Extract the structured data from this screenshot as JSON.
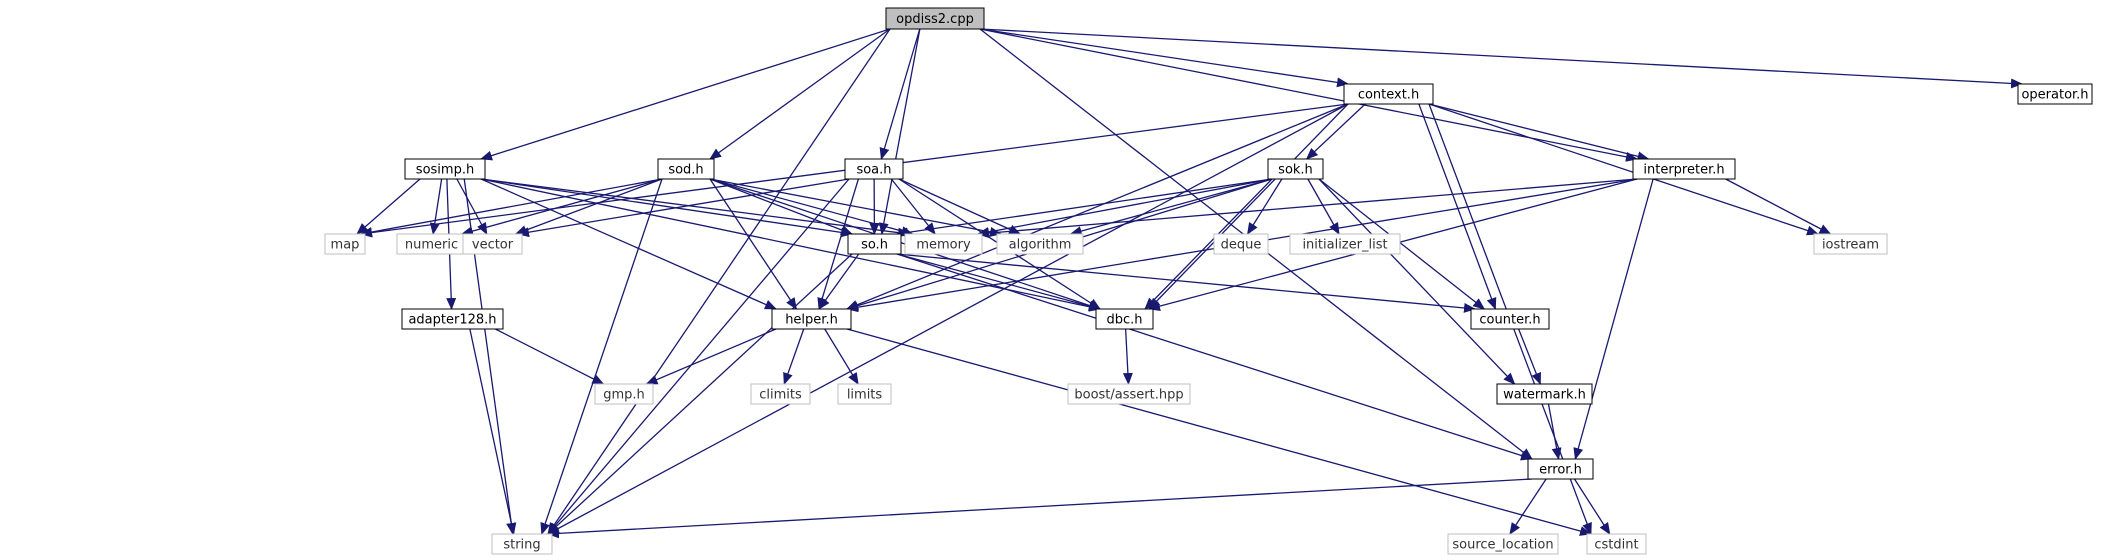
{
  "nodes": [
    {
      "id": "n0",
      "label": "opdiss2.cpp",
      "kind": "root"
    },
    {
      "id": "n1",
      "label": "context.h",
      "kind": "local"
    },
    {
      "id": "n2",
      "label": "operator.h",
      "kind": "local"
    },
    {
      "id": "n3",
      "label": "sosimp.h",
      "kind": "local"
    },
    {
      "id": "n4",
      "label": "sod.h",
      "kind": "local"
    },
    {
      "id": "n5",
      "label": "soa.h",
      "kind": "local"
    },
    {
      "id": "n6",
      "label": "sok.h",
      "kind": "local"
    },
    {
      "id": "n7",
      "label": "interpreter.h",
      "kind": "local"
    },
    {
      "id": "n8",
      "label": "so.h",
      "kind": "local"
    },
    {
      "id": "n9",
      "label": "map",
      "kind": "system"
    },
    {
      "id": "n10",
      "label": "numeric",
      "kind": "system"
    },
    {
      "id": "n11",
      "label": "vector",
      "kind": "system"
    },
    {
      "id": "n12",
      "label": "memory",
      "kind": "system"
    },
    {
      "id": "n13",
      "label": "algorithm",
      "kind": "system"
    },
    {
      "id": "n14",
      "label": "deque",
      "kind": "system"
    },
    {
      "id": "n15",
      "label": "initializer_list",
      "kind": "system"
    },
    {
      "id": "n16",
      "label": "iostream",
      "kind": "system"
    },
    {
      "id": "n17",
      "label": "adapter128.h",
      "kind": "local"
    },
    {
      "id": "n18",
      "label": "helper.h",
      "kind": "local"
    },
    {
      "id": "n19",
      "label": "dbc.h",
      "kind": "local"
    },
    {
      "id": "n20",
      "label": "counter.h",
      "kind": "local"
    },
    {
      "id": "n21",
      "label": "gmp.h",
      "kind": "system"
    },
    {
      "id": "n22",
      "label": "climits",
      "kind": "system"
    },
    {
      "id": "n23",
      "label": "limits",
      "kind": "system"
    },
    {
      "id": "n24",
      "label": "boost/assert.hpp",
      "kind": "system"
    },
    {
      "id": "n25",
      "label": "watermark.h",
      "kind": "local"
    },
    {
      "id": "n26",
      "label": "error.h",
      "kind": "local"
    },
    {
      "id": "n27",
      "label": "string",
      "kind": "system"
    },
    {
      "id": "n28",
      "label": "source_location",
      "kind": "system"
    },
    {
      "id": "n29",
      "label": "cstdint",
      "kind": "system"
    }
  ],
  "edges": [
    [
      "n0",
      "n1"
    ],
    [
      "n0",
      "n2"
    ],
    [
      "n0",
      "n3"
    ],
    [
      "n0",
      "n4"
    ],
    [
      "n0",
      "n5"
    ],
    [
      "n0",
      "n8"
    ],
    [
      "n0",
      "n7"
    ],
    [
      "n0",
      "n26"
    ],
    [
      "n0",
      "n27"
    ],
    [
      "n1",
      "n6"
    ],
    [
      "n1",
      "n7"
    ],
    [
      "n1",
      "n9"
    ],
    [
      "n1",
      "n18"
    ],
    [
      "n1",
      "n19"
    ],
    [
      "n1",
      "n20"
    ],
    [
      "n1",
      "n16"
    ],
    [
      "n1",
      "n27"
    ],
    [
      "n1",
      "n29"
    ],
    [
      "n3",
      "n9"
    ],
    [
      "n3",
      "n10"
    ],
    [
      "n3",
      "n11"
    ],
    [
      "n3",
      "n12"
    ],
    [
      "n3",
      "n8"
    ],
    [
      "n3",
      "n17"
    ],
    [
      "n3",
      "n18"
    ],
    [
      "n3",
      "n19"
    ],
    [
      "n3",
      "n27"
    ],
    [
      "n4",
      "n9"
    ],
    [
      "n4",
      "n10"
    ],
    [
      "n4",
      "n11"
    ],
    [
      "n4",
      "n12"
    ],
    [
      "n4",
      "n13"
    ],
    [
      "n4",
      "n8"
    ],
    [
      "n4",
      "n18"
    ],
    [
      "n4",
      "n19"
    ],
    [
      "n4",
      "n27"
    ],
    [
      "n5",
      "n11"
    ],
    [
      "n5",
      "n12"
    ],
    [
      "n5",
      "n13"
    ],
    [
      "n5",
      "n8"
    ],
    [
      "n5",
      "n18"
    ],
    [
      "n5",
      "n19"
    ],
    [
      "n5",
      "n27"
    ],
    [
      "n6",
      "n8"
    ],
    [
      "n6",
      "n12"
    ],
    [
      "n6",
      "n13"
    ],
    [
      "n6",
      "n14"
    ],
    [
      "n6",
      "n15"
    ],
    [
      "n6",
      "n18"
    ],
    [
      "n6",
      "n19"
    ],
    [
      "n6",
      "n20"
    ],
    [
      "n6",
      "n25"
    ],
    [
      "n7",
      "n12"
    ],
    [
      "n7",
      "n16"
    ],
    [
      "n7",
      "n18"
    ],
    [
      "n7",
      "n19"
    ],
    [
      "n7",
      "n26"
    ],
    [
      "n8",
      "n18"
    ],
    [
      "n8",
      "n19"
    ],
    [
      "n8",
      "n20"
    ],
    [
      "n8",
      "n26"
    ],
    [
      "n8",
      "n27"
    ],
    [
      "n17",
      "n21"
    ],
    [
      "n17",
      "n27"
    ],
    [
      "n18",
      "n21"
    ],
    [
      "n18",
      "n22"
    ],
    [
      "n18",
      "n23"
    ],
    [
      "n18",
      "n29"
    ],
    [
      "n19",
      "n24"
    ],
    [
      "n20",
      "n25"
    ],
    [
      "n25",
      "n26"
    ],
    [
      "n26",
      "n27"
    ],
    [
      "n26",
      "n28"
    ],
    [
      "n26",
      "n29"
    ]
  ],
  "colors": {
    "edge": "#191970",
    "local_border": "#000000",
    "system_border": "#bfbfbf",
    "root_fill": "#bfbfbf",
    "node_fill": "#ffffff"
  }
}
